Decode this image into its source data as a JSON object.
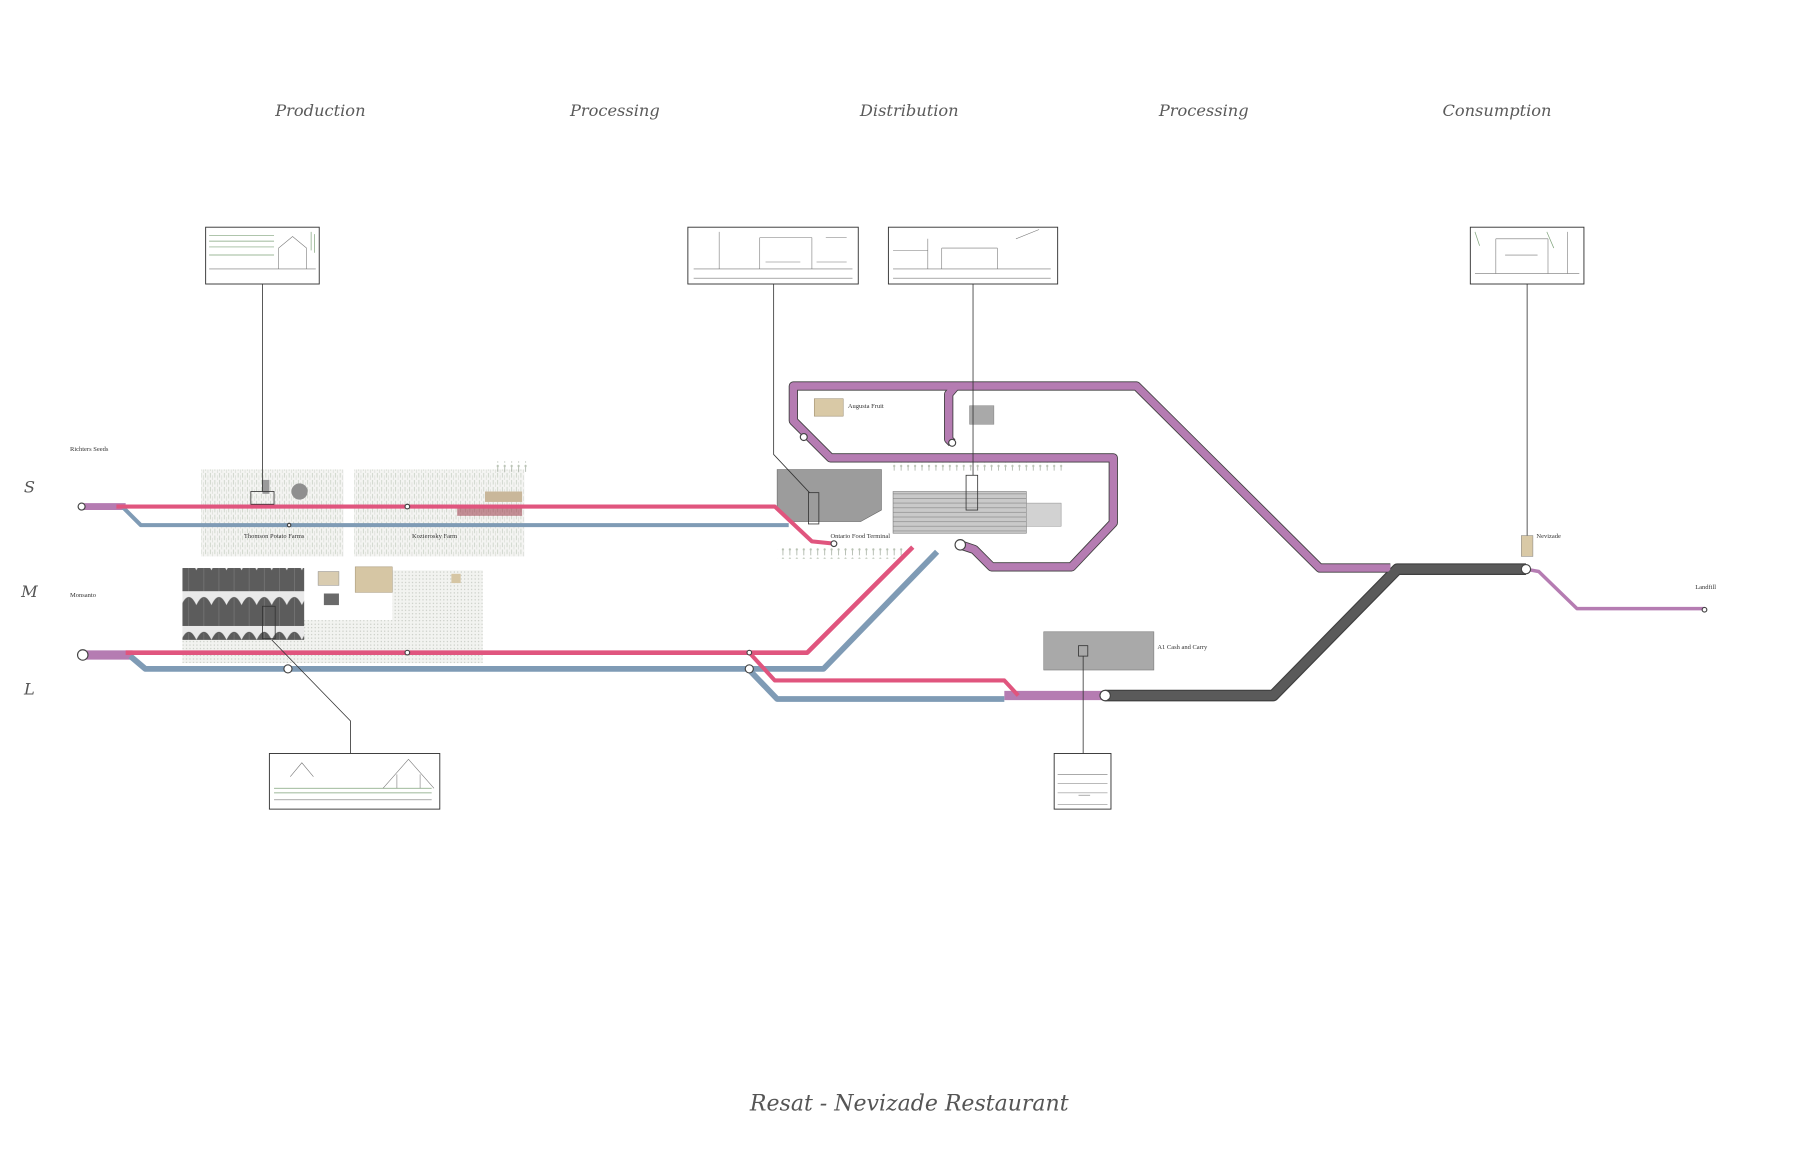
{
  "stages": [
    "Production",
    "Processing",
    "Distribution",
    "Processing",
    "Consumption"
  ],
  "scales": [
    "S",
    "M",
    "L"
  ],
  "sources": {
    "richters": "Richters Seeds",
    "monsanto": "Monsanto"
  },
  "nodes": {
    "thomson": "Thomson Potato Farms",
    "kozierosky": "Kozierosky Farm",
    "augusta": "Augusta Fruit",
    "terminal": "Ontario Food Terminal",
    "a1": "A1 Cash and Carry",
    "nevizade": "Nevizade",
    "landfill": "Landfill"
  },
  "title": "Resat - Nevizade Restaurant",
  "colors": {
    "pink": "#e0557e",
    "blue": "#7f9bb5",
    "purple": "#b57cb2",
    "grey": "#5a5a5a"
  }
}
